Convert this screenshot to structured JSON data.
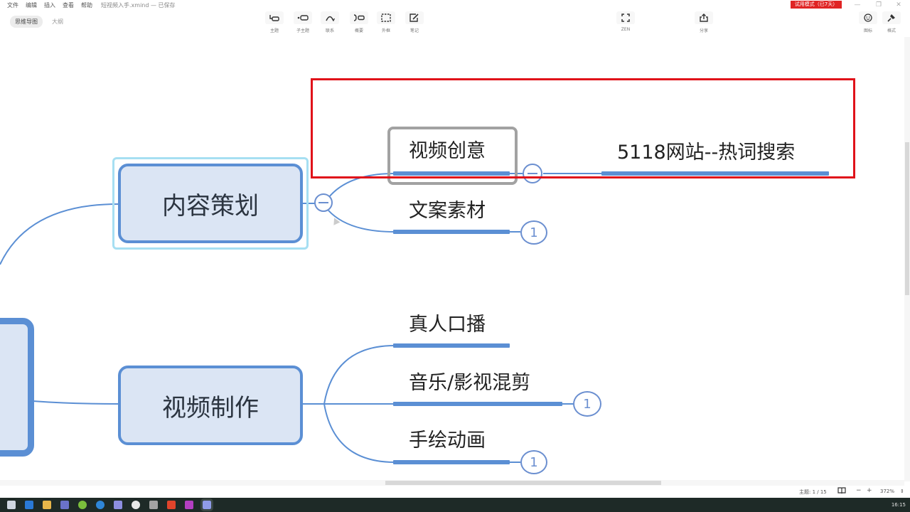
{
  "menubar": {
    "items": [
      "文件",
      "编辑",
      "插入",
      "查看",
      "帮助"
    ],
    "file_title": "短视频入手.xmind — 已保存",
    "trial_badge": "试用模式（已7天）",
    "window_controls": {
      "minimize": "—",
      "restore": "❐",
      "close": "✕"
    }
  },
  "mode_tabs": [
    {
      "label": "思维导图",
      "active": true
    },
    {
      "label": "大纲",
      "active": false
    }
  ],
  "toolbar": {
    "buttons": [
      {
        "id": "topic",
        "label": "主题",
        "icon": "topic-icon",
        "glyph": "⊏"
      },
      {
        "id": "subtopic",
        "label": "子主题",
        "icon": "subtopic-icon",
        "glyph": "•▭"
      },
      {
        "id": "relationship",
        "label": "联系",
        "icon": "relationship-icon",
        "glyph": "⌒"
      },
      {
        "id": "summary",
        "label": "概要",
        "icon": "summary-icon",
        "glyph": "}▭"
      },
      {
        "id": "boundary",
        "label": "外框",
        "icon": "boundary-icon",
        "glyph": "⬚"
      },
      {
        "id": "notes",
        "label": "笔记",
        "icon": "notes-icon",
        "glyph": "✎"
      },
      {
        "id": "zen",
        "label": "ZEN",
        "icon": "zen-icon",
        "glyph": "⛶"
      },
      {
        "id": "share",
        "label": "分享",
        "icon": "share-icon",
        "glyph": "⇪"
      },
      {
        "id": "icon",
        "label": "图标",
        "icon": "emoji-icon",
        "glyph": "☺"
      },
      {
        "id": "format",
        "label": "格式",
        "icon": "format-brush-icon",
        "glyph": "✒"
      }
    ]
  },
  "mindmap": {
    "main_topics": [
      {
        "label": "内容策划",
        "selected": true,
        "subtopics": [
          {
            "label": "视频创意",
            "collapse": "minus",
            "children": [
              {
                "label": "5118网站--热词搜索"
              }
            ]
          },
          {
            "label": "文案素材",
            "collapsed_count": "1"
          }
        ]
      },
      {
        "label": "视频制作",
        "subtopics": [
          {
            "label": "真人口播"
          },
          {
            "label": "音乐/影视混剪",
            "collapsed_count": "1"
          },
          {
            "label": "手绘动画",
            "collapsed_count": "1"
          }
        ]
      }
    ],
    "highlight_color": "#e0121a",
    "line_color": "#5b8fd4"
  },
  "statusbar": {
    "topic_count": "主题: 1 / 15",
    "zoom_minus": "−",
    "zoom_plus": "+",
    "zoom_level": "372%",
    "zoom_stepper": "⇕"
  },
  "taskbar": {
    "clock": "16:15",
    "icons": [
      {
        "name": "windows-start-icon",
        "color": "#cfd6e0"
      },
      {
        "name": "edge-browser-icon",
        "color": "#2a79d6"
      },
      {
        "name": "file-explorer-icon",
        "color": "#e8b64a"
      },
      {
        "name": "app-icon-purple",
        "color": "#6a72c8"
      },
      {
        "name": "app-icon-green",
        "color": "#7bbf3c"
      },
      {
        "name": "app-icon-blue-globe",
        "color": "#2f86d8"
      },
      {
        "name": "app-icon-mail",
        "color": "#8d8ee0"
      },
      {
        "name": "app-icon-play",
        "color": "#e8e8e8"
      },
      {
        "name": "app-icon-grey",
        "color": "#a3a3a3"
      },
      {
        "name": "app-icon-red",
        "color": "#e0442b"
      },
      {
        "name": "app-icon-violet",
        "color": "#b33fc1"
      },
      {
        "name": "xmind-app-icon",
        "color": "#8f9be8"
      }
    ]
  }
}
